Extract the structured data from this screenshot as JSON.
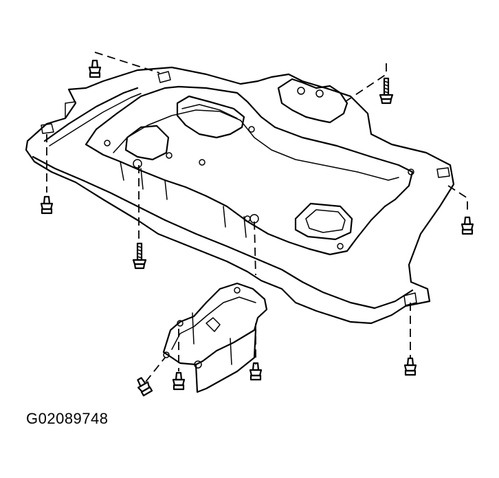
{
  "figure_id": "G02089748",
  "colors": {
    "line": "#000000",
    "background": "#ffffff"
  },
  "parts": [
    {
      "name": "engine-under-cover"
    },
    {
      "name": "front-lower-splash-shield"
    }
  ],
  "fasteners": [
    {
      "name": "clip-fastener",
      "count": 6
    },
    {
      "name": "bolt-fastener",
      "count": 3
    }
  ]
}
